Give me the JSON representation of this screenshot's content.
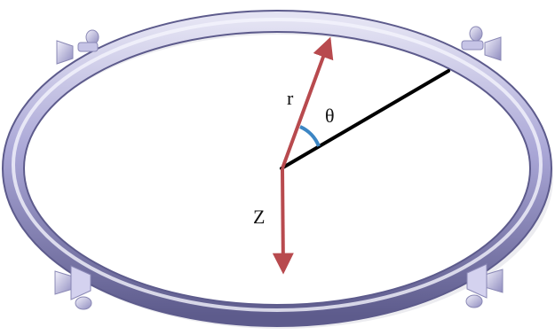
{
  "labels": {
    "r": "r",
    "theta": "θ",
    "z": "Z"
  },
  "colors": {
    "ring_light": "#e4e3f3",
    "ring_mid": "#a9a6d6",
    "ring_dark": "#5d5b8c",
    "vector": "#b84a4e",
    "angle_arc": "#3c86c4",
    "radius_line": "#000000",
    "mount": "#b9b7dc"
  },
  "icons": [
    "mount-icon"
  ]
}
